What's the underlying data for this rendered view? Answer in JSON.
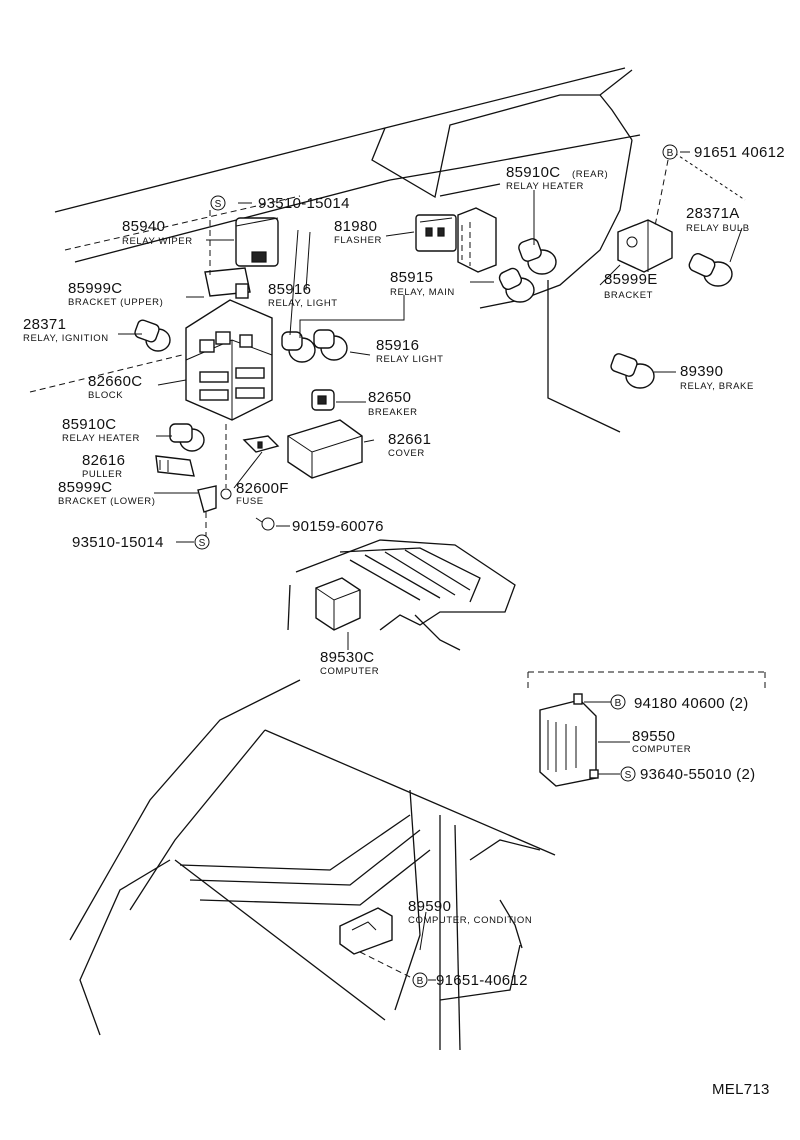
{
  "diagram_code": "MEL713",
  "parts": [
    {
      "id": "p85940",
      "number": "85940",
      "desc": "RELAY WIPER"
    },
    {
      "id": "p93510a",
      "number": "93510-15014",
      "mark": "S"
    },
    {
      "id": "p81980",
      "number": "81980",
      "desc": "FLASHER"
    },
    {
      "id": "p85910c_rear",
      "number": "85910C",
      "note": "(REAR)",
      "desc": "RELAY HEATER"
    },
    {
      "id": "p91651a",
      "number": "91651 40612",
      "mark": "B"
    },
    {
      "id": "p28371a",
      "number": "28371A",
      "desc": "RELAY BULB"
    },
    {
      "id": "p85999c_up",
      "number": "85999C",
      "desc": "BRACKET (UPPER)"
    },
    {
      "id": "p85916a",
      "number": "85916",
      "desc": "RELAY, LIGHT"
    },
    {
      "id": "p85915",
      "number": "85915",
      "desc": "RELAY, MAIN"
    },
    {
      "id": "p85999e",
      "number": "85999E",
      "desc": "BRACKET"
    },
    {
      "id": "p28371",
      "number": "28371",
      "desc": "RELAY, IGNITION"
    },
    {
      "id": "p85916b",
      "number": "85916",
      "desc": "RELAY LIGHT"
    },
    {
      "id": "p89390",
      "number": "89390",
      "desc": "RELAY, BRAKE"
    },
    {
      "id": "p82660c",
      "number": "82660C",
      "desc": "BLOCK"
    },
    {
      "id": "p82650",
      "number": "82650",
      "desc": "BREAKER"
    },
    {
      "id": "p85910c",
      "number": "85910C",
      "desc": "RELAY HEATER"
    },
    {
      "id": "p82661",
      "number": "82661",
      "desc": "COVER"
    },
    {
      "id": "p82616",
      "number": "82616",
      "desc": "PULLER"
    },
    {
      "id": "p82600f",
      "number": "82600F",
      "desc": "FUSE"
    },
    {
      "id": "p85999c_low",
      "number": "85999C",
      "desc": "BRACKET (LOWER)"
    },
    {
      "id": "p90159",
      "number": "90159-60076"
    },
    {
      "id": "p93510b",
      "number": "93510-15014",
      "mark": "S"
    },
    {
      "id": "p89530c",
      "number": "89530C",
      "desc": "COMPUTER"
    },
    {
      "id": "p94180",
      "number": "94180 40600 (2)",
      "mark": "B"
    },
    {
      "id": "p89550",
      "number": "89550",
      "desc": "COMPUTER"
    },
    {
      "id": "p93640",
      "number": "93640-55010 (2)",
      "mark": "S"
    },
    {
      "id": "p89590",
      "number": "89590",
      "desc": "COMPUTER, CONDITION"
    },
    {
      "id": "p91651b",
      "number": "91651-40612",
      "mark": "B"
    }
  ]
}
